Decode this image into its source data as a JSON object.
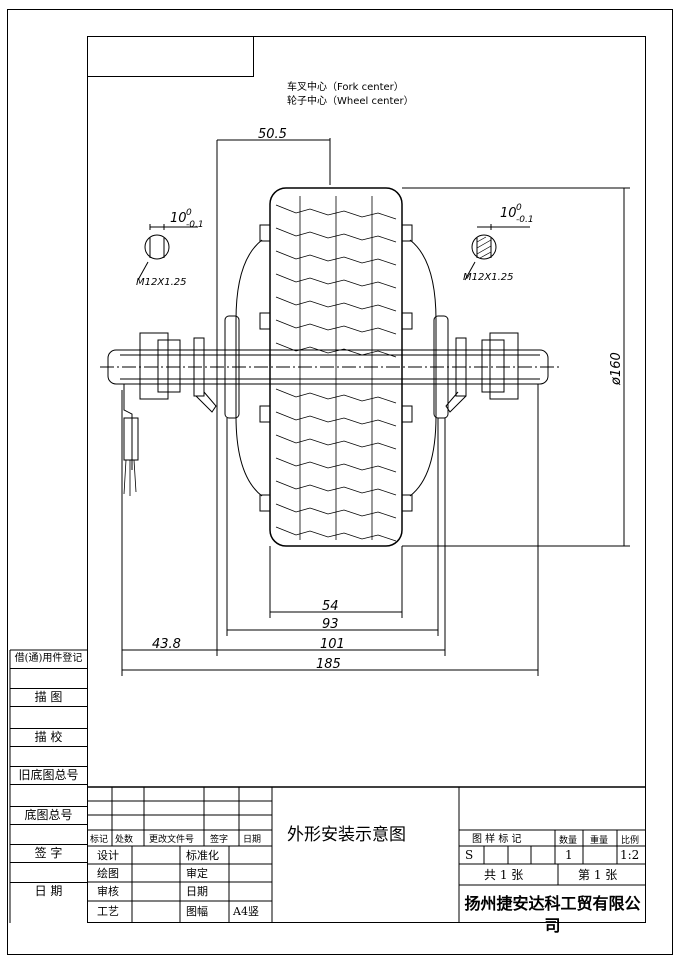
{
  "notes": {
    "fork_center": "车叉中心（Fork center）",
    "wheel_center": "轮子中心（Wheel center）"
  },
  "dimensions": {
    "top_offset": "50.5",
    "thread_left": "M12X1.25",
    "thread_right": "M12X1.25",
    "flat_left": "10",
    "flat_right": "10",
    "tol_upper": "0",
    "tol_lower": "-0.1",
    "diameter": "ø160",
    "tire_width": "54",
    "rim_width": "93",
    "hub_width": "101",
    "axle_overhang": "43.8",
    "axle_total": "185"
  },
  "left_table": {
    "borrow_register": "借(通)用件登记",
    "trace": "描 图",
    "trace_check": "描 校",
    "old_drawing_no": "旧底图总号",
    "base_drawing_no": "底图总号",
    "signature": "签 字",
    "date": "日 期"
  },
  "title_block": {
    "drawing_title": "外形安装示意图",
    "rev_headers": [
      "标记",
      "处数",
      "更改文件号",
      "签字",
      "日期"
    ],
    "design": "设计",
    "draft": "绘图",
    "review": "审核",
    "process": "工艺",
    "standardize": "标准化",
    "approve": "审定",
    "date": "日期",
    "sheet_size_label": "图幅",
    "sheet_size": "A4竖",
    "sample_mark": "图 样 标 记",
    "quantity_label": "数量",
    "weight_label": "重量",
    "scale_label": "比例",
    "stage_mark": "S",
    "quantity": "1",
    "scale": "1:2",
    "total_sheets": "共 1 张",
    "sheet_no": "第 1 张",
    "company": "扬州捷安达科工贸有限公司"
  }
}
